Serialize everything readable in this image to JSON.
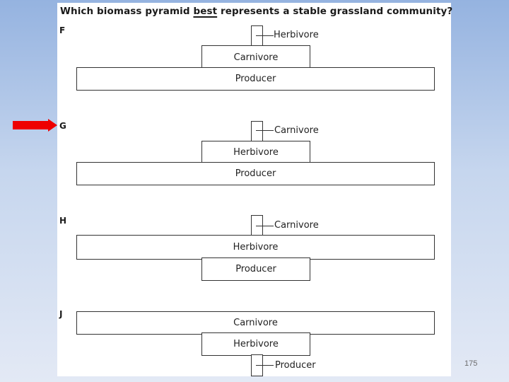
{
  "question": {
    "pre": "Which biomass pyramid ",
    "emph": "best",
    "post": " represents a stable grassland community?"
  },
  "options": [
    {
      "letter": "F",
      "tiny_label": "Herbivore",
      "mid_label": "Carnivore",
      "base_label": "Producer"
    },
    {
      "letter": "G",
      "tiny_label": "Carnivore",
      "mid_label": "Herbivore",
      "base_label": "Producer"
    },
    {
      "letter": "H",
      "tiny_label": "Carnivore",
      "wide_label": "Herbivore",
      "mid_label": "Producer"
    },
    {
      "letter": "J",
      "wide_label": "Carnivore",
      "mid_label": "Herbivore",
      "tiny_label": "Producer"
    }
  ],
  "arrow": {
    "color": "#ee0000",
    "points_to": "G"
  },
  "page_number": "175"
}
